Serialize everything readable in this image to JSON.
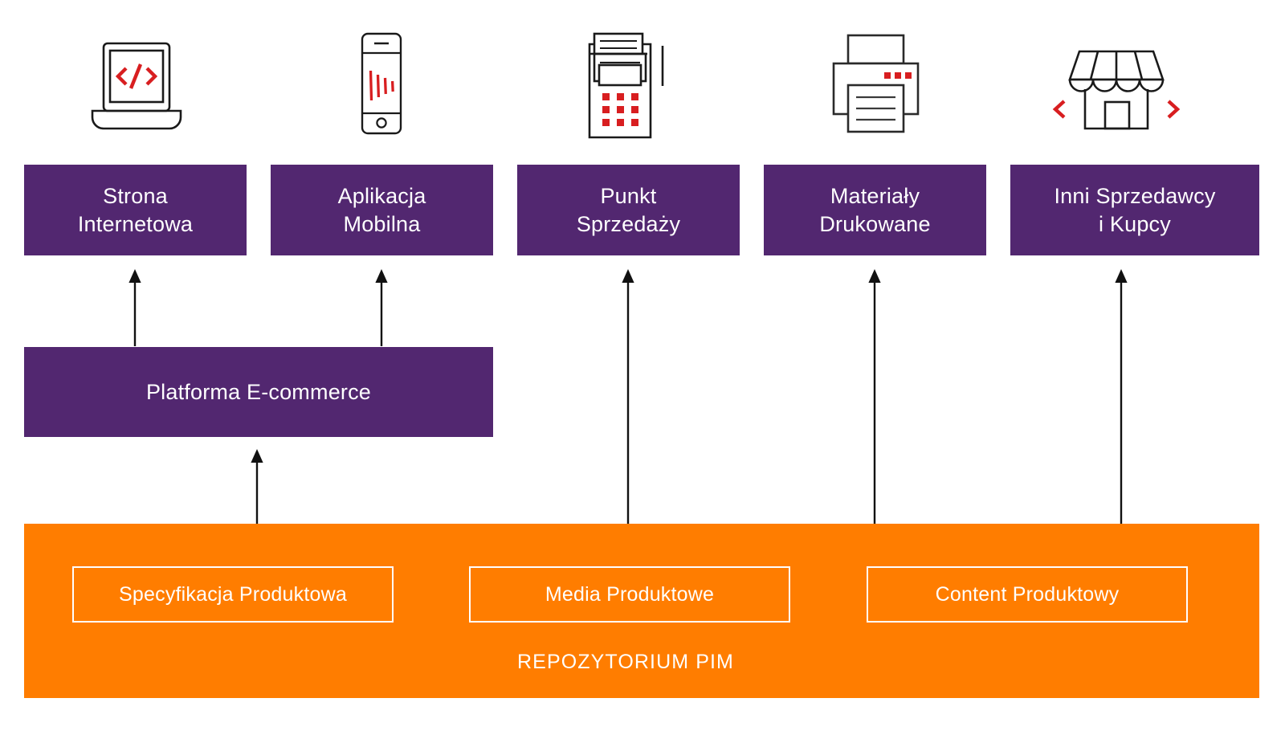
{
  "colors": {
    "purple": "#522770",
    "orange": "#FF7D00",
    "accent_red": "#D81E20",
    "icon_stroke": "#1A1A1A",
    "white": "#FFFFFF",
    "background": "#FFFFFF"
  },
  "icons": [
    {
      "name": "laptop-code-icon",
      "glyph": "</>"
    },
    {
      "name": "mobile-phone-bars-icon",
      "glyph": "||||"
    },
    {
      "name": "pos-terminal-icon",
      "glyph": "keypad"
    },
    {
      "name": "printer-icon",
      "glyph": "printer"
    },
    {
      "name": "storefront-icon",
      "glyph": "< >"
    }
  ],
  "channels": [
    {
      "id": "strona-internetowa",
      "lines": [
        "Strona",
        "Internetowa"
      ]
    },
    {
      "id": "aplikacja-mobilna",
      "lines": [
        "Aplikacja",
        "Mobilna"
      ]
    },
    {
      "id": "punkt-sprzedazy",
      "lines": [
        "Punkt",
        "Sprzedaży"
      ]
    },
    {
      "id": "materialy-drukowane",
      "lines": [
        "Materiały",
        "Drukowane"
      ]
    },
    {
      "id": "inni-sprzedawcy-i-kupcy",
      "lines": [
        "Inni Sprzedawcy",
        "i Kupcy"
      ]
    }
  ],
  "platform": {
    "label": "Platforma E-commerce"
  },
  "pim": {
    "caption": "REPOZYTORIUM PIM",
    "chips": [
      {
        "id": "specyfikacja-produktowa",
        "label": "Specyfikacja Produktowa"
      },
      {
        "id": "media-produktowe",
        "label": "Media Produktowe"
      },
      {
        "id": "content-produktowy",
        "label": "Content Produktowy"
      }
    ]
  },
  "flows": [
    {
      "id": "pim-to-platforma",
      "direction": "up"
    },
    {
      "id": "platforma-to-strona",
      "direction": "up"
    },
    {
      "id": "platforma-to-aplikacja",
      "direction": "up"
    },
    {
      "id": "pim-to-punkt-sprzedazy",
      "direction": "up"
    },
    {
      "id": "pim-to-materialy",
      "direction": "up"
    },
    {
      "id": "pim-to-inni-sprzedawcy",
      "direction": "up"
    }
  ]
}
